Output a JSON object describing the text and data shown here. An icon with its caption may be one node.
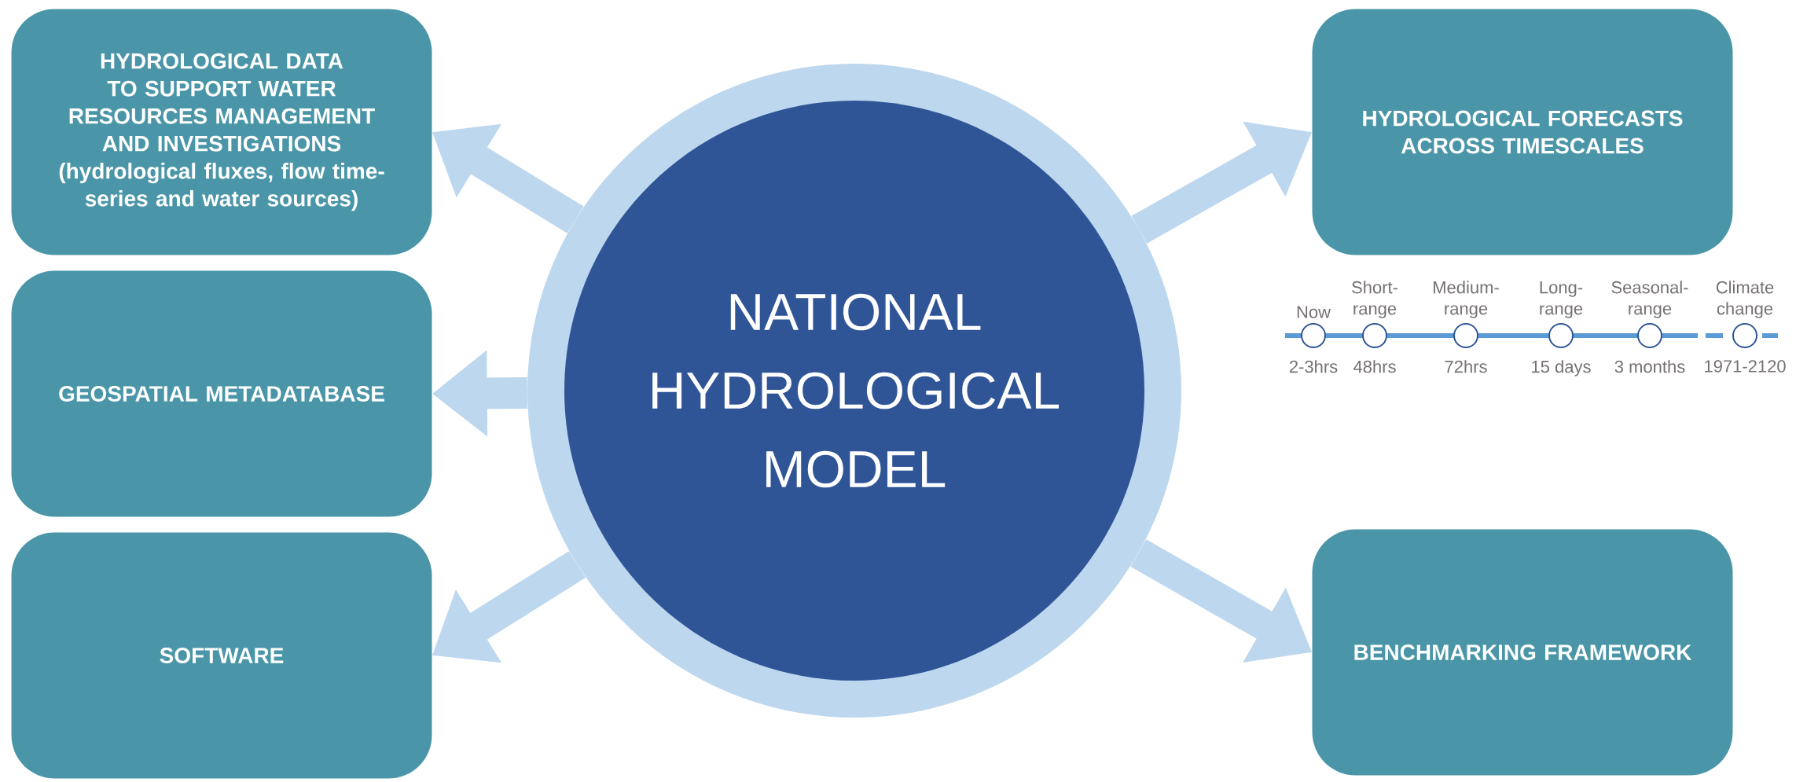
{
  "diagram": {
    "nodes": [
      {
        "text": [
          "NATIONAL HYDROLOGICAL MODEL"
        ]
      },
      {
        "text": [
          "HYDROLOGICAL DATA TO SUPPORT WATER RESOURCES MANAGEMENT AND INVESTIGATIONS",
          "(hydrological fluxes, flow time-series and water sources)"
        ]
      },
      {
        "text": [
          "GEOSPATIAL METADATABASE"
        ]
      },
      {
        "text": [
          "SOFTWARE"
        ]
      },
      {
        "text": [
          "HYDROLOGICAL FORECASTS ACROSS TIMESCALES"
        ]
      },
      {
        "text": [
          "BENCHMARKING FRAMEWORK"
        ]
      }
    ],
    "edges": [
      {
        "from": 0,
        "to": 1,
        "arrow": "to"
      },
      {
        "from": 0,
        "to": 2,
        "arrow": "to"
      },
      {
        "from": 0,
        "to": 3,
        "arrow": "to"
      },
      {
        "from": 0,
        "to": 4,
        "arrow": "to"
      },
      {
        "from": 0,
        "to": 5,
        "arrow": "to"
      }
    ],
    "labels": [
      "Now",
      "Short-range",
      "Medium-range",
      "Long-range",
      "Seasonal-range",
      "Climate change",
      "2-3hrs",
      "48hrs",
      "72hrs",
      "15 days",
      "3 months",
      "1971-2120"
    ]
  }
}
